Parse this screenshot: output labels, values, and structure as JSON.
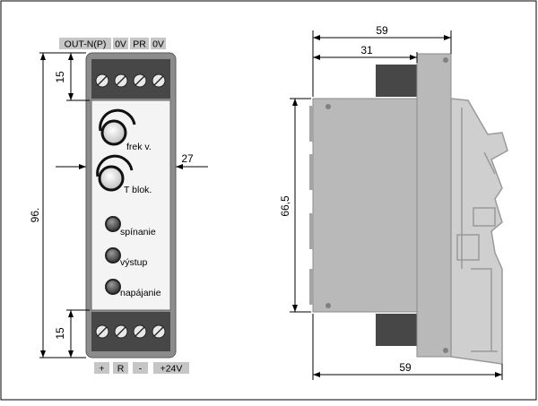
{
  "top_terminal_labels": [
    "OUT-N(P)",
    "0V",
    "PR",
    "0V"
  ],
  "bottom_terminal_labels": [
    "+",
    "R",
    "-",
    "+24V"
  ],
  "knob_labels": [
    "frek v.",
    "T blok."
  ],
  "led_labels": [
    "spínanie",
    "výstup",
    "napájanie"
  ],
  "dimensions": {
    "front_height": "96.",
    "top_terminal_height": "15",
    "bottom_terminal_height": "15",
    "depth_front": "27",
    "side_total_width_top": "59",
    "side_partial_width": "31",
    "side_height": "66,5",
    "side_total_width_bottom": "59"
  },
  "colors": {
    "background": "#ffffff",
    "frame": "#7a7a7a",
    "panel": "#f4f4f4",
    "terminal_block": "#474747",
    "label_bg": "#c6c6c6",
    "side_body": "#b9b9b9",
    "rail_clip": "#cfcfcf"
  }
}
